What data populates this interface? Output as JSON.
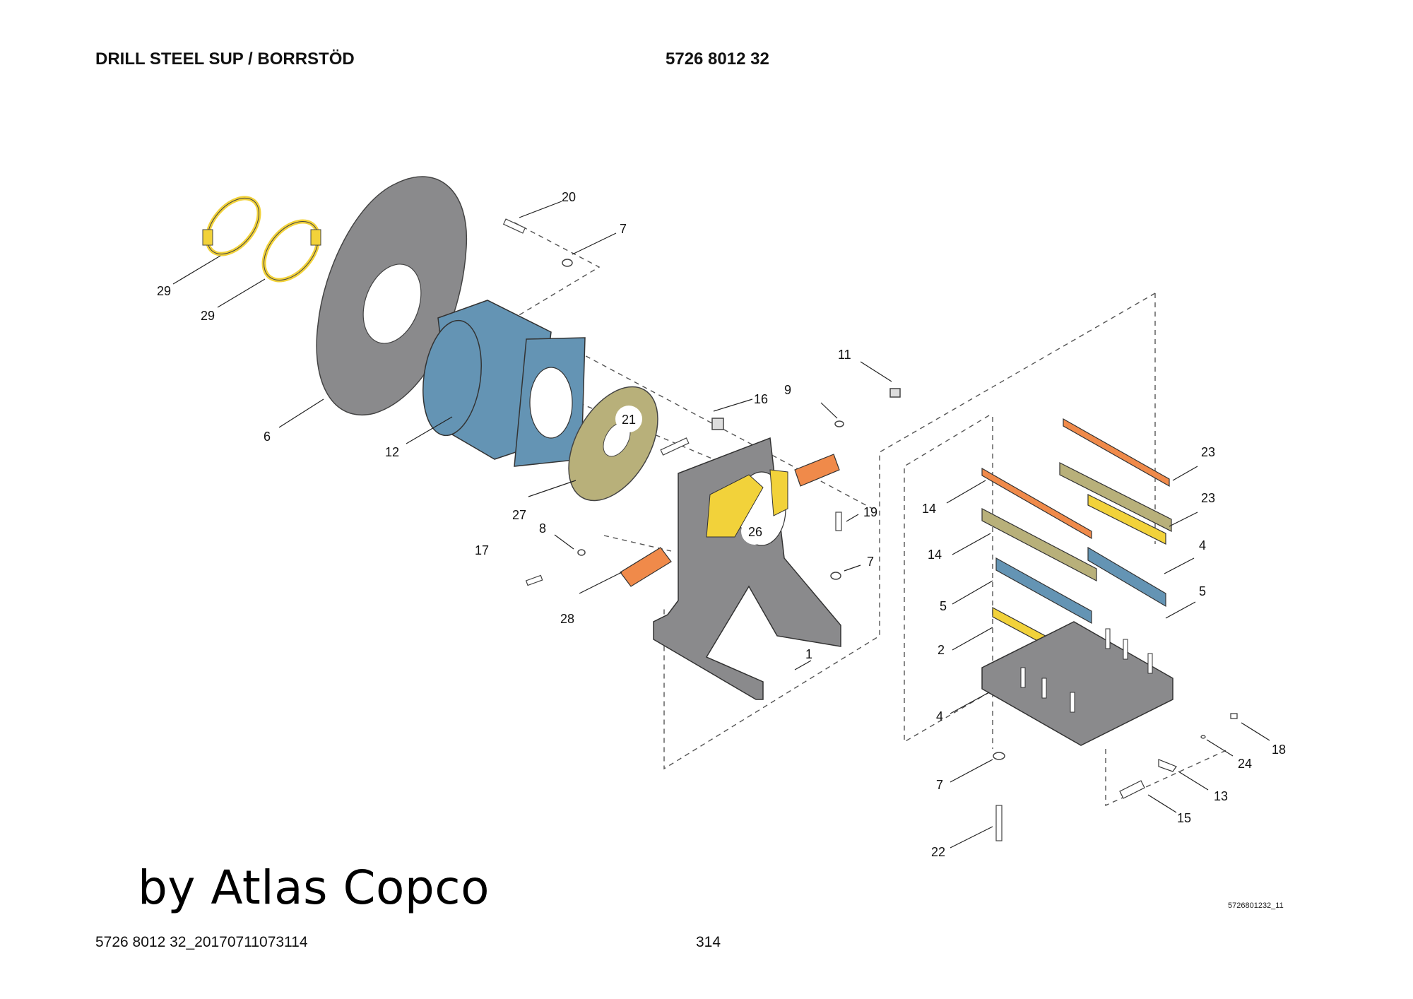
{
  "header": {
    "title": "DRILL STEEL SUP / BORRSTÖD",
    "part_number": "5726 8012 32"
  },
  "callouts": [
    "29",
    "29",
    "6",
    "12",
    "20",
    "7",
    "21",
    "27",
    "16",
    "9",
    "11",
    "8",
    "17",
    "28",
    "26",
    "19",
    "7",
    "1",
    "23",
    "14",
    "23",
    "14",
    "4",
    "5",
    "5",
    "2",
    "4",
    "7",
    "22",
    "18",
    "24",
    "13",
    "15"
  ],
  "watermark": "by Atlas Copco",
  "figure_ref": "5726801232_11",
  "footer": {
    "doc_id": "5726 8012 32_20170711073114",
    "page": "314"
  },
  "colors": {
    "grey_part": "#8a8a8c",
    "blue_part": "#6494b4",
    "khaki_part": "#b8b07a",
    "yellow_part": "#f2d23a",
    "orange_part": "#f08a4a"
  }
}
